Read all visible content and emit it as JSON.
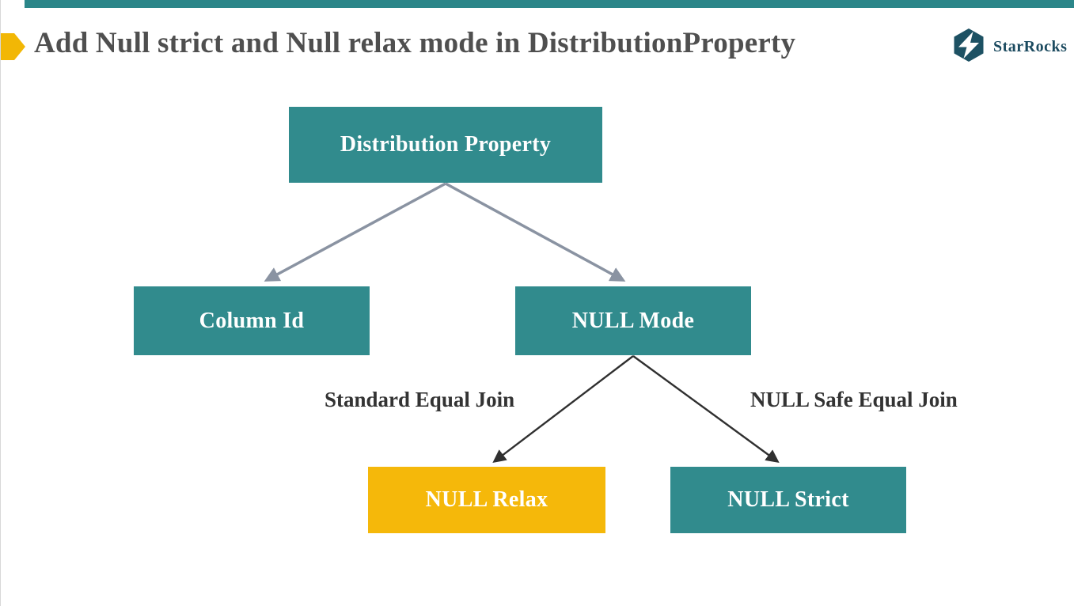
{
  "slide": {
    "title": "Add Null strict and Null relax mode in DistributionProperty",
    "colors": {
      "teal_box": "#318b8d",
      "yellow_box": "#f5b80a",
      "top_bar": "#2b8689",
      "title_text": "#4f4f4f",
      "gray_arrow": "#8a93a2",
      "black_arrow": "#303030",
      "brand_teal": "#1b4a5f",
      "bullet_yellow": "#f2b705"
    }
  },
  "brand": {
    "name": "StarRocks",
    "logo_icon": "starrocks-hexagon-lightning-icon"
  },
  "diagram": {
    "nodes": [
      {
        "id": "distribution-property",
        "label": "Distribution Property",
        "color": "teal"
      },
      {
        "id": "column-id",
        "label": "Column Id",
        "color": "teal"
      },
      {
        "id": "null-mode",
        "label": "NULL Mode",
        "color": "teal"
      },
      {
        "id": "null-relax",
        "label": "NULL Relax",
        "color": "yellow"
      },
      {
        "id": "null-strict",
        "label": "NULL Strict",
        "color": "teal"
      }
    ],
    "edges": [
      {
        "from": "distribution-property",
        "to": "column-id",
        "style": "gray"
      },
      {
        "from": "distribution-property",
        "to": "null-mode",
        "style": "gray"
      },
      {
        "from": "null-mode",
        "to": "null-relax",
        "style": "black",
        "label": "Standard Equal Join"
      },
      {
        "from": "null-mode",
        "to": "null-strict",
        "style": "black",
        "label": "NULL Safe Equal Join"
      }
    ],
    "edge_labels": {
      "left": "Standard Equal Join",
      "right": "NULL Safe Equal Join"
    }
  }
}
